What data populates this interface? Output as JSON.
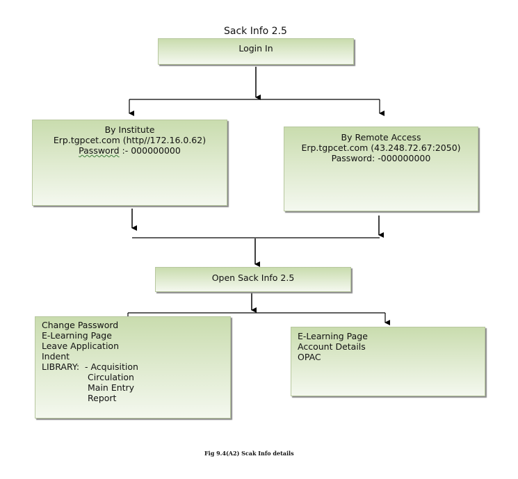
{
  "title": "Sack Info 2.5",
  "login": "Login In",
  "institute": {
    "heading": "By Institute",
    "url": "Erp.tgpcet.com (http//172.16.0.62)",
    "password_label": "Password",
    "password_value": " :- 000000000"
  },
  "remote": {
    "heading": "By Remote Access",
    "url": "Erp.tgpcet.com (43.248.72.67:2050)",
    "password": "Password: -000000000"
  },
  "open": "Open Sack Info 2.5",
  "left_menu": {
    "items": [
      "Change Password",
      "E-Learning Page",
      "Leave Application",
      "Indent"
    ],
    "library_label": "LIBRARY:  - Acquisition",
    "library_items": [
      "Circulation",
      "Main Entry",
      "Report"
    ]
  },
  "right_menu": {
    "items": [
      "E-Learning Page",
      "Account Details",
      "OPAC"
    ]
  },
  "caption": "Fig 9.4(A2) Scak Info details"
}
